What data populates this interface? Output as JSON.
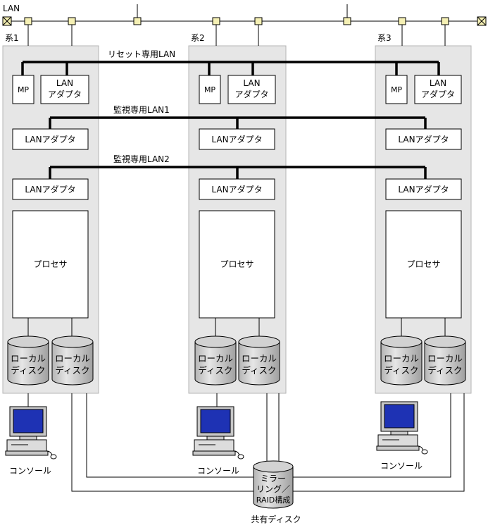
{
  "lan": {
    "label": "LAN"
  },
  "reset_lan": {
    "label": "リセット専用LAN"
  },
  "monitor_lan1": {
    "label": "監視専用LAN1"
  },
  "monitor_lan2": {
    "label": "監視専用LAN2"
  },
  "systems": [
    {
      "label": "系1",
      "mp": "MP",
      "mp_adapter": {
        "line1": "LAN",
        "line2": "アダプタ"
      },
      "adapter1": "LANアダプタ",
      "adapter2": "LANアダプタ",
      "processor": "プロセサ",
      "disk": {
        "line1": "ローカル",
        "line2": "ディスク"
      },
      "console": "コンソール"
    },
    {
      "label": "系2",
      "mp": "MP",
      "mp_adapter": {
        "line1": "LAN",
        "line2": "アダプタ"
      },
      "adapter1": "LANアダプタ",
      "adapter2": "LANアダプタ",
      "processor": "プロセサ",
      "disk": {
        "line1": "ローカル",
        "line2": "ディスク"
      },
      "console": "コンソール"
    },
    {
      "label": "系3",
      "mp": "MP",
      "mp_adapter": {
        "line1": "LAN",
        "line2": "アダプタ"
      },
      "adapter1": "LANアダプタ",
      "adapter2": "LANアダプタ",
      "processor": "プロセサ",
      "disk": {
        "line1": "ローカル",
        "line2": "ディスク"
      },
      "console": "コンソール"
    }
  ],
  "shared_disk": {
    "line1": "ミラー",
    "line2": "リング／",
    "line3": "RAID構成",
    "label": "共有ディスク"
  },
  "colors": {
    "panel": "#e6e6e6",
    "panel_border": "#b4b4b4",
    "lan_node": "#f5f0b4",
    "disk_fill": "#c8c8c8",
    "monitor_screen": "#1e32b4"
  }
}
